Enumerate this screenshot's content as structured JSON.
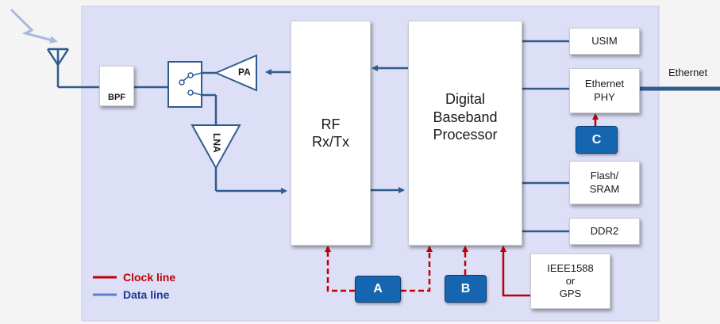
{
  "colors": {
    "panel": "#dcdff5",
    "data_line": "#2f5b8f",
    "clock_line": "#c00000",
    "badge": "#1565b0",
    "signal_arrows": "#a9b8dc"
  },
  "blocks": {
    "bpf": "BPF",
    "pa": "PA",
    "lna": "LNA",
    "rf": "RF\nRx/Tx",
    "baseband": "Digital\nBaseband\nProcessor",
    "usim": "USIM",
    "ethernet_phy": "Ethernet\nPHY",
    "flash": "Flash/\nSRAM",
    "ddr2": "DDR2",
    "timing_source": "IEEE1588\nor\nGPS"
  },
  "external": {
    "ethernet": "Ethernet"
  },
  "badges": {
    "a": "A",
    "b": "B",
    "c": "C"
  },
  "legend": {
    "clock": "Clock line",
    "data": "Data line"
  }
}
